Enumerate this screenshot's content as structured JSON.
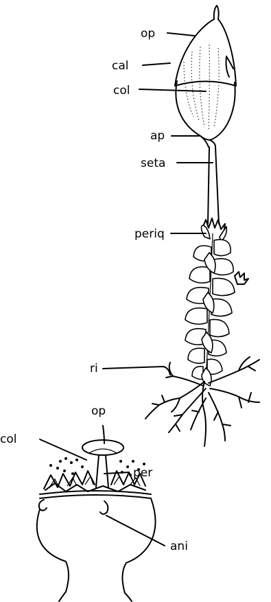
{
  "labels": {
    "op_top": "op",
    "cal": "cal",
    "col_top": "col",
    "ap": "ap",
    "seta": "seta",
    "periq": "periq",
    "ri": "ri",
    "op_bottom": "op",
    "col_bottom": "col",
    "per": "per",
    "ani": "ani"
  }
}
